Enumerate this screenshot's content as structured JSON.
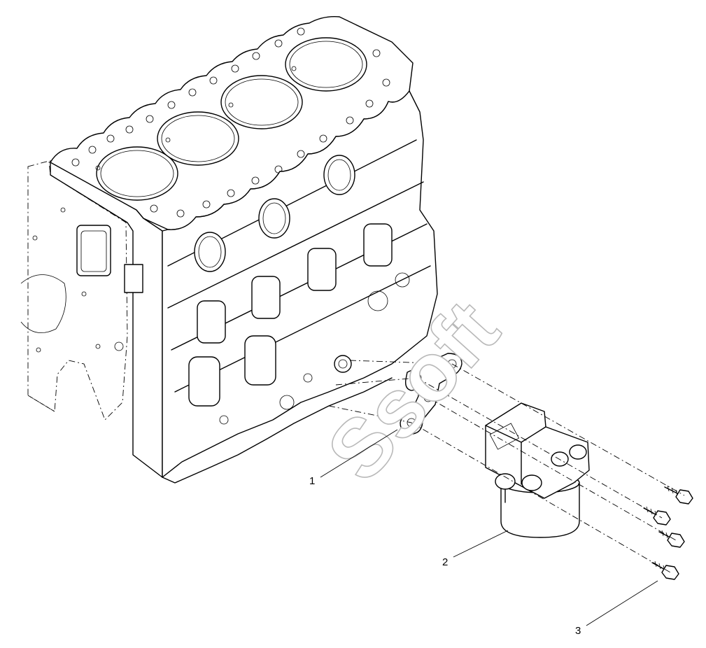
{
  "callouts": [
    {
      "id": "1",
      "label": "1"
    },
    {
      "id": "2",
      "label": "2"
    },
    {
      "id": "3",
      "label": "3"
    }
  ],
  "watermark": {
    "text": "Ssoft",
    "color": "#b9b9b9"
  },
  "colors": {
    "line": "#000000",
    "background": "#ffffff"
  }
}
